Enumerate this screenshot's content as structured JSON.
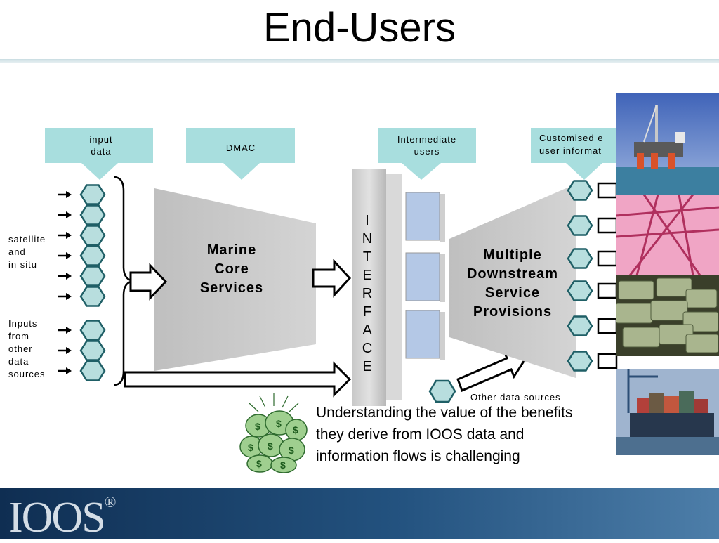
{
  "title": "End-Users",
  "diagram": {
    "boxes": {
      "input": [
        "input",
        "data"
      ],
      "dmac": "DMAC",
      "intermediate": [
        "Intermediate",
        "users"
      ],
      "customised": [
        "Customised e",
        "user informat"
      ]
    },
    "left_labels": {
      "satellite": [
        "satellite",
        "and",
        "in situ"
      ],
      "inputs": [
        "Inputs",
        "from",
        "other",
        "data",
        "sources"
      ]
    },
    "core": [
      "Marine",
      "Core",
      "Services"
    ],
    "interface": [
      "I",
      "N",
      "T",
      "E",
      "R",
      "F",
      "A",
      "C",
      "E"
    ],
    "downstream": [
      "Multiple",
      "Downstream",
      "Service",
      "Provisions"
    ],
    "other_sources": "Other data sources"
  },
  "caption": "Understanding the value of the benefits they derive from IOOS data and information flows is challenging",
  "logo": {
    "text": "IOOS",
    "mark": "®"
  },
  "photos": [
    "oil-platform-photo",
    "power-pylon-photo",
    "money-stacks-photo",
    "container-ship-photo"
  ],
  "colors": {
    "callout": "#a8dede",
    "hex": "#b8dede",
    "footer": "#1d4a75"
  }
}
